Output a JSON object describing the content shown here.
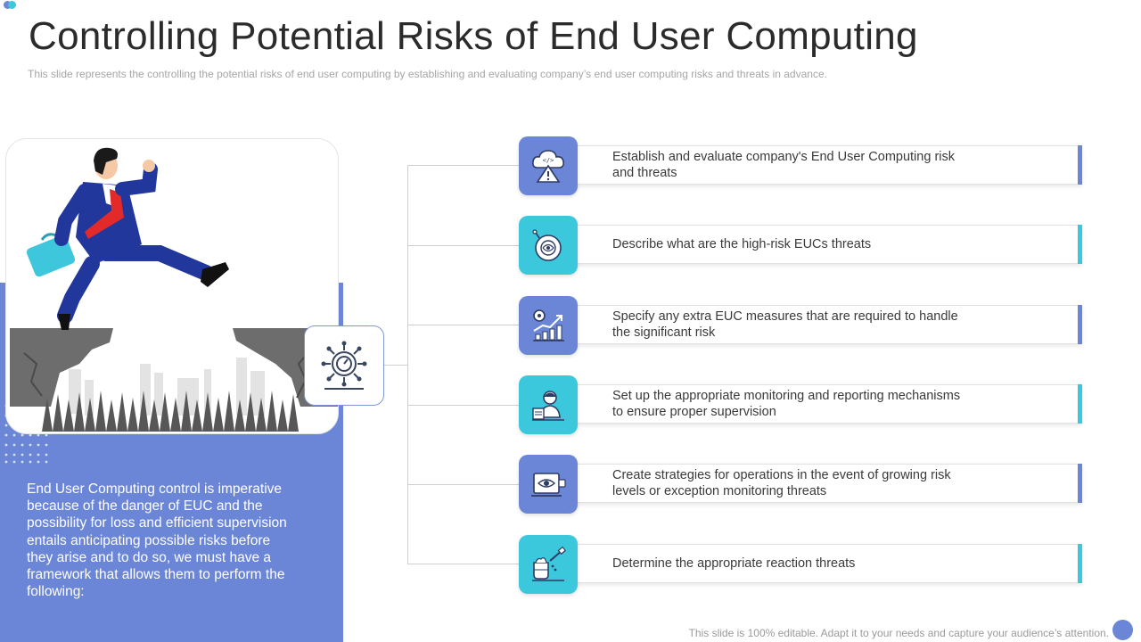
{
  "colors": {
    "primary": "#6b86d6",
    "accent": "#3cc8dc",
    "title": "#2b2b2b"
  },
  "header": {
    "title": "Controlling Potential Risks of End User Computing",
    "subtitle": "This slide represents the controlling the potential risks of end user computing by establishing and evaluating  company’s end user computing risks and threats in advance."
  },
  "panel": {
    "text": "End User Computing control is imperative because of the danger of EUC and the possibility for loss and efficient supervision entails anticipating possible risks before they arise and to do so, we must have a framework that allows them to perform the following:",
    "illustration": "businessman-jumping-gap-illustration",
    "center_icon": "risk-compass-icon"
  },
  "items": [
    {
      "text": "Establish and evaluate company's End User Computing risk and threats",
      "icon": "cloud-warning-icon",
      "color": "#6b86d6"
    },
    {
      "text": "Describe what are the high-risk EUCs threats",
      "icon": "virus-bomb-icon",
      "color": "#3cc8dc"
    },
    {
      "text": "Specify any extra EUC measures that are required to handle the significant risk",
      "icon": "growth-gear-icon",
      "color": "#6b86d6"
    },
    {
      "text": "Set up the appropriate monitoring and reporting mechanisms to ensure proper supervision",
      "icon": "monitoring-person-icon",
      "color": "#3cc8dc"
    },
    {
      "text": "Create strategies for operations in the event of growing risk levels or exception monitoring threats",
      "icon": "eye-laptop-icon",
      "color": "#6b86d6"
    },
    {
      "text": "Determine the appropriate reaction threats",
      "icon": "reaction-flask-icon",
      "color": "#3cc8dc"
    }
  ],
  "footer": {
    "text": "This slide is 100% editable. Adapt it to your needs and capture your audience’s attention."
  }
}
